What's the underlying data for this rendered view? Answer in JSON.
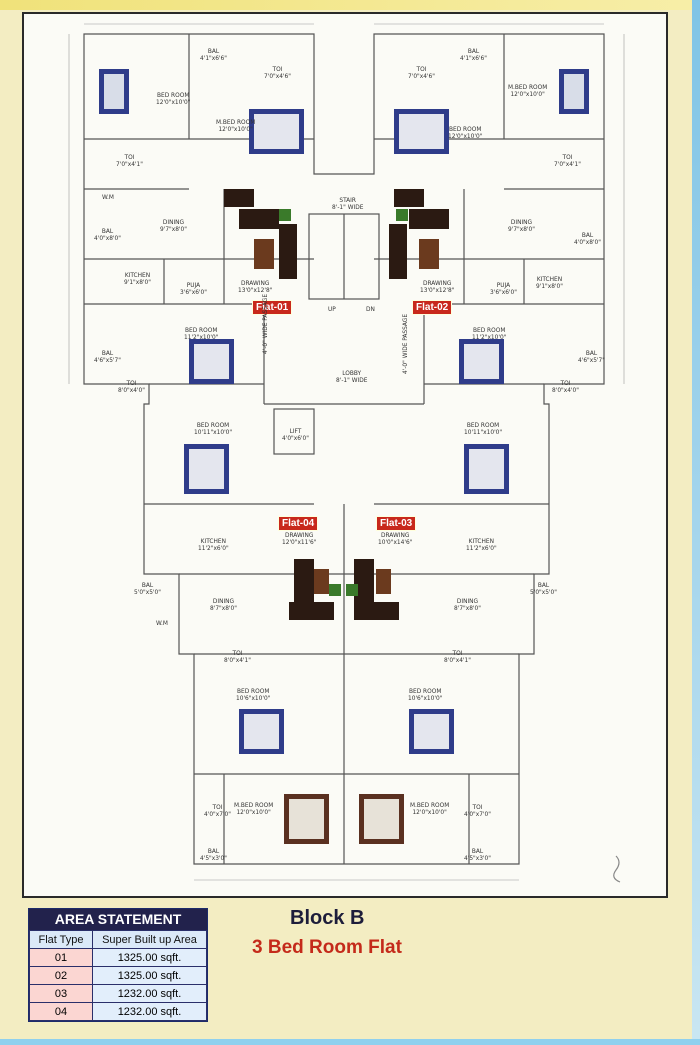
{
  "area_statement": {
    "title": "AREA STATEMENT",
    "columns": [
      "Flat Type",
      "Super Built up Area"
    ],
    "rows": [
      {
        "flat_type": "01",
        "area": "1325.00 sqft."
      },
      {
        "flat_type": "02",
        "area": "1325.00 sqft."
      },
      {
        "flat_type": "03",
        "area": "1232.00 sqft."
      },
      {
        "flat_type": "04",
        "area": "1232.00 sqft."
      }
    ]
  },
  "block_title": "Block B",
  "block_subtitle": "3 Bed Room Flat",
  "flat_tags": [
    "Flat-01",
    "Flat-02",
    "Flat-03",
    "Flat-04"
  ],
  "rooms": {
    "f1_bal": {
      "name": "BAL",
      "dim": "4'1\"x6'6\""
    },
    "f1_toi": {
      "name": "TOI",
      "dim": "7'0\"x4'6\""
    },
    "f1_bedroom": {
      "name": "BED ROOM",
      "dim": "12'0\"x10'0\""
    },
    "f1_mbed": {
      "name": "M.BED ROOM",
      "dim": "12'0\"x10'0\""
    },
    "f1_toi2": {
      "name": "TOI",
      "dim": "7'0\"x4'1\""
    },
    "f1_wm": {
      "name": "W.M",
      "dim": ""
    },
    "f1_dining": {
      "name": "DINING",
      "dim": "9'7\"x8'0\""
    },
    "f1_bal2": {
      "name": "BAL",
      "dim": "4'0\"x8'0\""
    },
    "f1_kitchen": {
      "name": "KITCHEN",
      "dim": "9'1\"x8'0\""
    },
    "f1_puja": {
      "name": "PUJA",
      "dim": "3'6\"x6'0\""
    },
    "f1_drawing": {
      "name": "DRAWING",
      "dim": "13'0\"x12'8\""
    },
    "f1_bed3": {
      "name": "BED ROOM",
      "dim": "11'2\"x10'0\""
    },
    "f1_bal3": {
      "name": "BAL",
      "dim": "4'6\"x5'7\""
    },
    "f1_toi3": {
      "name": "TOI",
      "dim": "8'0\"x4'0\""
    },
    "stair": {
      "name": "STAIR",
      "dim": "8'-1\" WIDE"
    },
    "up": {
      "name": "UP",
      "dim": ""
    },
    "dn": {
      "name": "DN",
      "dim": ""
    },
    "lobby": {
      "name": "LOBBY",
      "dim": "8'-1\" WIDE"
    },
    "passage_l": {
      "name": "4'-0\" WIDE PASSAGE",
      "dim": ""
    },
    "passage_r": {
      "name": "4'-0\" WIDE PASSAGE",
      "dim": ""
    },
    "f2_toi": {
      "name": "TOI",
      "dim": "7'0\"x4'6\""
    },
    "f2_bal": {
      "name": "BAL",
      "dim": "4'1\"x6'6\""
    },
    "f2_mbed": {
      "name": "M.BED ROOM",
      "dim": "12'0\"x10'0\""
    },
    "f2_bedroom": {
      "name": "BED ROOM",
      "dim": "12'0\"x10'0\""
    },
    "f2_toi2": {
      "name": "TOI",
      "dim": "7'0\"x4'1\""
    },
    "f2_dining": {
      "name": "DINING",
      "dim": "9'7\"x8'0\""
    },
    "f2_bal2": {
      "name": "BAL",
      "dim": "4'0\"x8'0\""
    },
    "f2_kitchen": {
      "name": "KITCHEN",
      "dim": "9'1\"x8'0\""
    },
    "f2_puja": {
      "name": "PUJA",
      "dim": "3'6\"x6'0\""
    },
    "f2_drawing": {
      "name": "DRAWING",
      "dim": "13'0\"x12'8\""
    },
    "f2_bed3": {
      "name": "BED ROOM",
      "dim": "11'2\"x10'0\""
    },
    "f2_bal3": {
      "name": "BAL",
      "dim": "4'6\"x5'7\""
    },
    "f2_toi3": {
      "name": "TOI",
      "dim": "8'0\"x4'0\""
    },
    "lift": {
      "name": "LIFT",
      "dim": "4'0\"x6'0\""
    },
    "f4_bed": {
      "name": "BED ROOM",
      "dim": "10'11\"x10'0\""
    },
    "f3_bed": {
      "name": "BED ROOM",
      "dim": "10'11\"x10'0\""
    },
    "f4_kitchen": {
      "name": "KITCHEN",
      "dim": "11'2\"x6'0\""
    },
    "f3_kitchen": {
      "name": "KITCHEN",
      "dim": "11'2\"x6'0\""
    },
    "f4_drawing": {
      "name": "DRAWING",
      "dim": "12'0\"x11'6\""
    },
    "f3_drawing": {
      "name": "DRAWING",
      "dim": "10'0\"x14'6\""
    },
    "f4_bal": {
      "name": "BAL",
      "dim": "5'0\"x5'0\""
    },
    "f3_bal": {
      "name": "BAL",
      "dim": "5'0\"x5'0\""
    },
    "f4_wm": {
      "name": "W.M",
      "dim": ""
    },
    "f4_dining": {
      "name": "DINING",
      "dim": "8'7\"x8'0\""
    },
    "f3_dining": {
      "name": "DINING",
      "dim": "8'7\"x8'0\""
    },
    "f4_toi": {
      "name": "TOI",
      "dim": "8'0\"x4'1\""
    },
    "f3_toi": {
      "name": "TOI",
      "dim": "8'0\"x4'1\""
    },
    "f4_bed2": {
      "name": "BED ROOM",
      "dim": "10'6\"x10'0\""
    },
    "f3_bed2": {
      "name": "BED ROOM",
      "dim": "10'6\"x10'0\""
    },
    "f4_toi2": {
      "name": "TOI",
      "dim": "4'0\"x7'0\""
    },
    "f3_toi2": {
      "name": "TOI",
      "dim": "4'0\"x7'0\""
    },
    "f4_mbed": {
      "name": "M.BED ROOM",
      "dim": "12'0\"x10'0\""
    },
    "f3_mbed": {
      "name": "M.BED ROOM",
      "dim": "12'0\"x10'0\""
    },
    "f4_bal2": {
      "name": "BAL",
      "dim": "4'5\"x3'0\""
    },
    "f3_bal2": {
      "name": "BAL",
      "dim": "4'5\"x3'0\""
    }
  },
  "colors": {
    "tag_red": "#c8281c",
    "title_navy": "#1d1d3a",
    "subtitle_red": "#c42a1a",
    "furniture_dark": "#2b1a12",
    "bed_blue": "#2f3c8a"
  }
}
